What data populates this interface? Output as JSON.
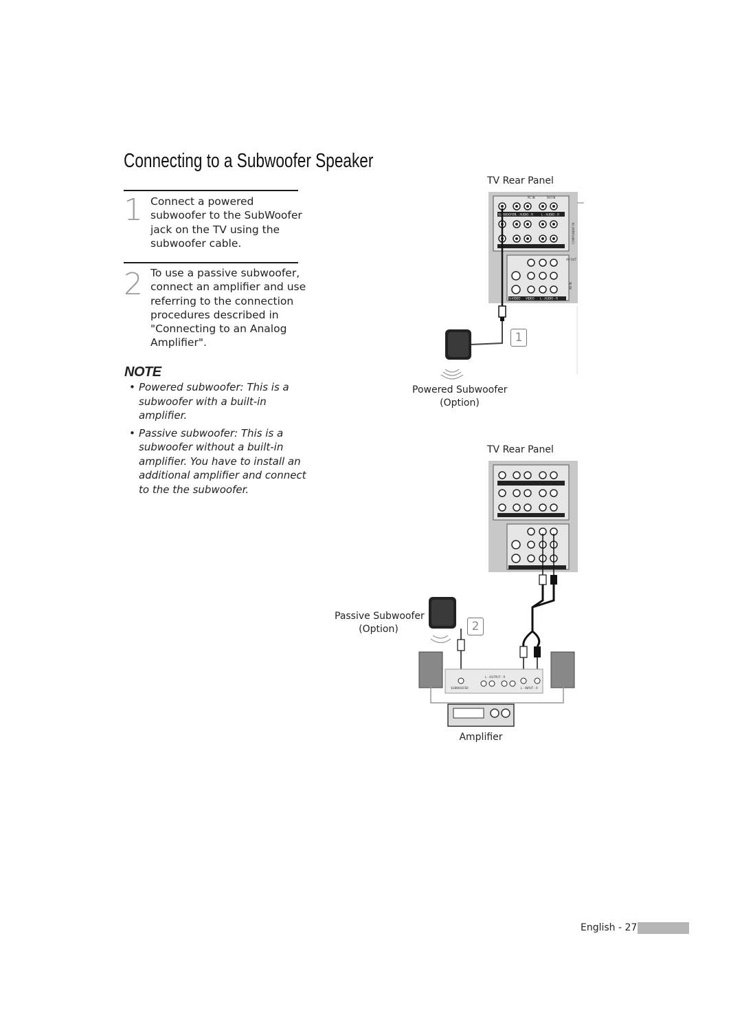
{
  "page": {
    "title": "Connecting to a Subwoofer Speaker",
    "footer": "English - 27"
  },
  "steps": [
    {
      "number": "1",
      "text": "Connect a powered\nsubwoofer to the SubWoofer\njack on the TV using the\nsubwoofer cable."
    },
    {
      "number": "2",
      "text": "To use a passive subwoofer,\nconnect an amplifier and use\nreferring to the connection\nprocedures described in\n\"Connecting to an Analog\nAmplifier\"."
    }
  ],
  "note": {
    "heading": "NOTE",
    "items": [
      "Powered subwoofer: This is a subwoofer with a built-in amplifier.",
      "Passive subwoofer: This is a subwoofer without a built-in amplifier. You have to install an additional amplifier and connect to the the subwoofer."
    ]
  },
  "diagram1": {
    "panel_label": "TV Rear Panel",
    "device_label_line1": "Powered Subwoofer",
    "device_label_line2": "(Option)",
    "step_marker": "1",
    "panel": {
      "pc_in": "PC IN",
      "dvi_in": "DVI IN",
      "subwoofer": "SUBWOOFER",
      "audio_left": "L - AUDIO - R",
      "audio_right": "L - AUDIO - R",
      "component_in": "COMPONENT IN",
      "av_out": "AV OUT",
      "av_in": "AV IN",
      "svideo": "S-VIDEO",
      "video": "VIDEO",
      "audio_bottom": "L - AUDIO - R"
    }
  },
  "diagram2": {
    "panel_label": "TV Rear Panel",
    "device_label_line1": "Passive Subwoofer",
    "device_label_line2": "(Option)",
    "step_marker": "2",
    "amplifier_label": "Amplifier",
    "amp_output": "L - OUTPUT - R",
    "amp_input": "L - INPUT - R",
    "amp_subwoofer": "SUBWOOFER"
  }
}
